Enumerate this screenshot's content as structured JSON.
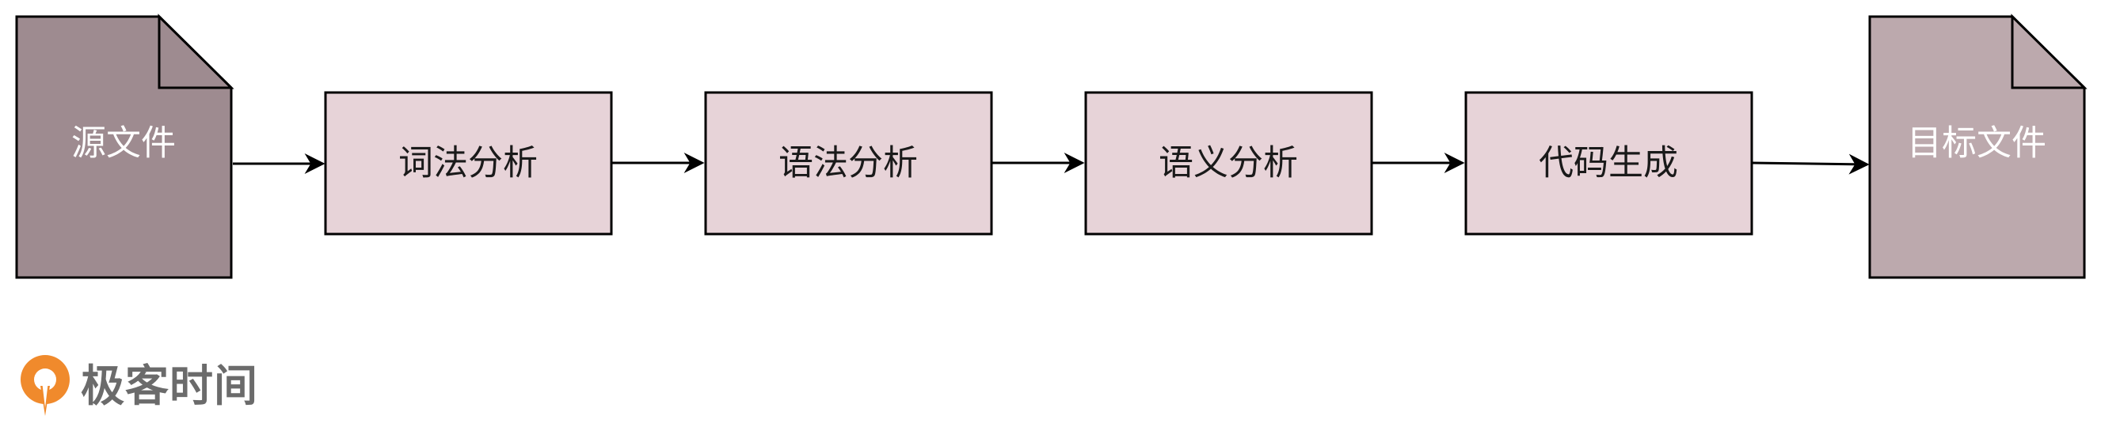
{
  "diagram": {
    "source_doc": {
      "label": "源文件",
      "fill": "#9e8b90",
      "text_color": "#ffffff"
    },
    "steps": [
      {
        "label": "词法分析"
      },
      {
        "label": "语法分析"
      },
      {
        "label": "语义分析"
      },
      {
        "label": "代码生成"
      }
    ],
    "target_doc": {
      "label": "目标文件",
      "fill": "#bca9ad",
      "text_color": "#ffffff"
    },
    "step_fill": "#e7d3d8",
    "step_text_color": "#1a1a1a",
    "stroke_color": "#000000"
  },
  "brand": {
    "name": "极客时间",
    "icon_color": "#f08a2c"
  }
}
